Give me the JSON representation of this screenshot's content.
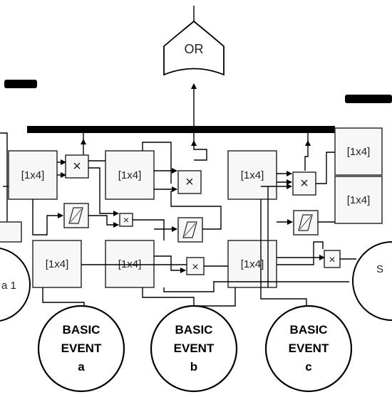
{
  "gate": {
    "label": "OR"
  },
  "mux_label": "[1x4]",
  "events": [
    {
      "line1": "BASIC",
      "line2": "EVENT",
      "line3": "a"
    },
    {
      "line1": "BASIC",
      "line2": "EVENT",
      "line3": "b"
    },
    {
      "line1": "BASIC",
      "line2": "EVENT",
      "line3": "c"
    }
  ],
  "edge_left": "a 1",
  "edge_right": "S",
  "product_symbol": "×"
}
